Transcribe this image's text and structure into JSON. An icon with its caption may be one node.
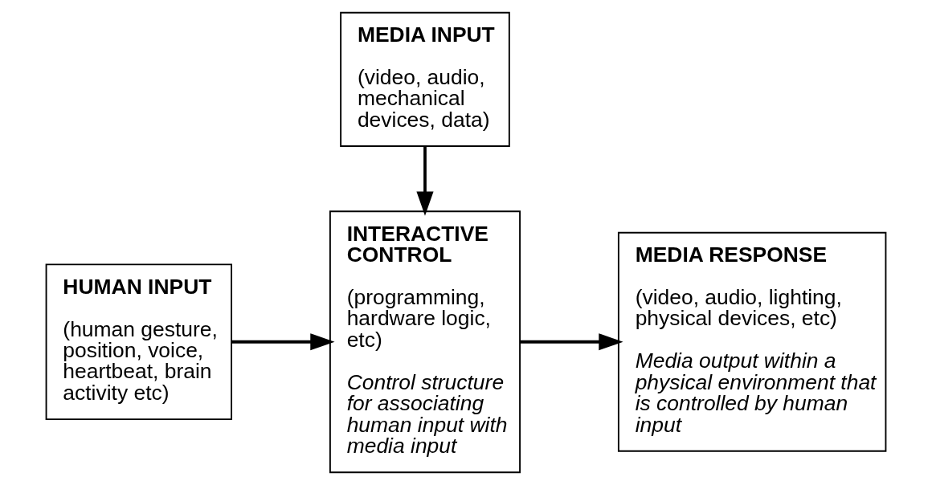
{
  "diagram": {
    "nodes": [
      {
        "text": [
          "MEDIA INPUT",
          "(video, audio, mechanical devices, data)"
        ]
      },
      {
        "text": [
          "HUMAN INPUT",
          "(human gesture, position, voice, heartbeat, brain activity etc)"
        ]
      },
      {
        "text": [
          "INTERACTIVE CONTROL",
          "(programming, hardware logic, etc)",
          "Control structure for associating human input with media input"
        ]
      },
      {
        "text": [
          "MEDIA RESPONSE",
          "(video, audio, lighting, physical devices, etc)",
          "Media output within a physical environment that is controlled by human input"
        ]
      }
    ],
    "edges": [
      {
        "from": 0,
        "to": 2,
        "arrow": "to"
      },
      {
        "from": 1,
        "to": 2,
        "arrow": "to"
      },
      {
        "from": 2,
        "to": 3,
        "arrow": "to"
      }
    ]
  }
}
